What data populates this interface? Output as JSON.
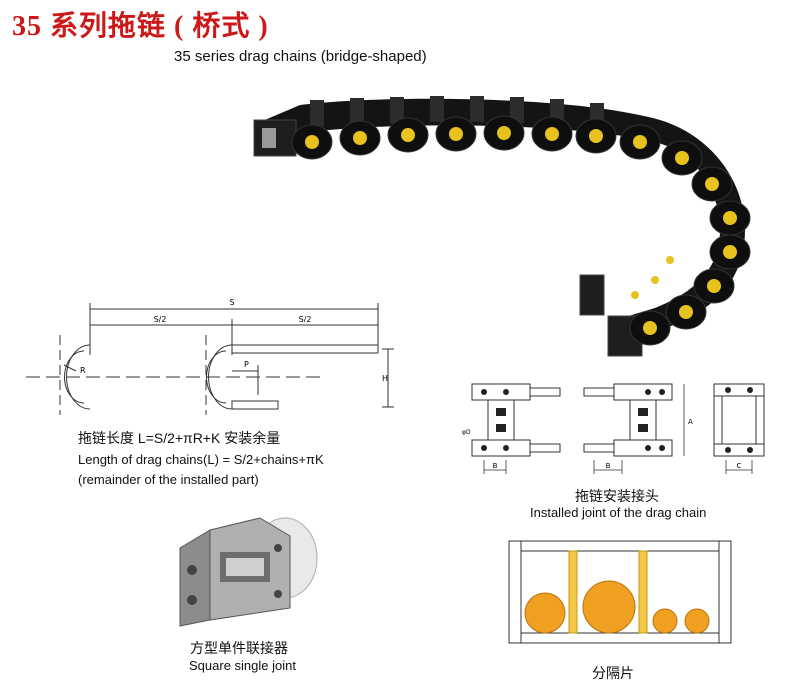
{
  "title_cn": "35 系列拖链 ( 桥式 )",
  "subtitle_en": "35 series drag chains (bridge-shaped)",
  "length_diagram": {
    "labels": {
      "s": "S",
      "half_left": "S/2",
      "half_right": "S/2",
      "r": "R",
      "p": "P",
      "h": "H"
    },
    "formula_cn": "拖链长度 L=S/2+πR+K 安装余量",
    "formula_en_line1": "Length of drag chains(L) = S/2+chains+πK",
    "formula_en_line2": "(remainder of the installed part)"
  },
  "joint_diagram": {
    "labels": {
      "b_left": "B",
      "b_mid": "B",
      "a": "A",
      "c": "C",
      "d": "φD"
    },
    "caption_cn": "拖链安装接头",
    "caption_en": "Installed joint of the drag chain"
  },
  "square_joint": {
    "caption_cn": "方型单件联接器",
    "caption_en": "Square single joint"
  },
  "separator": {
    "caption_cn": "分隔片"
  },
  "colors": {
    "title_red": "#cc1818",
    "chain_black": "#141414",
    "pin_yellow": "#e8c21e",
    "separator_orange": "#f0a020",
    "separator_bar": "#f5c84a"
  }
}
